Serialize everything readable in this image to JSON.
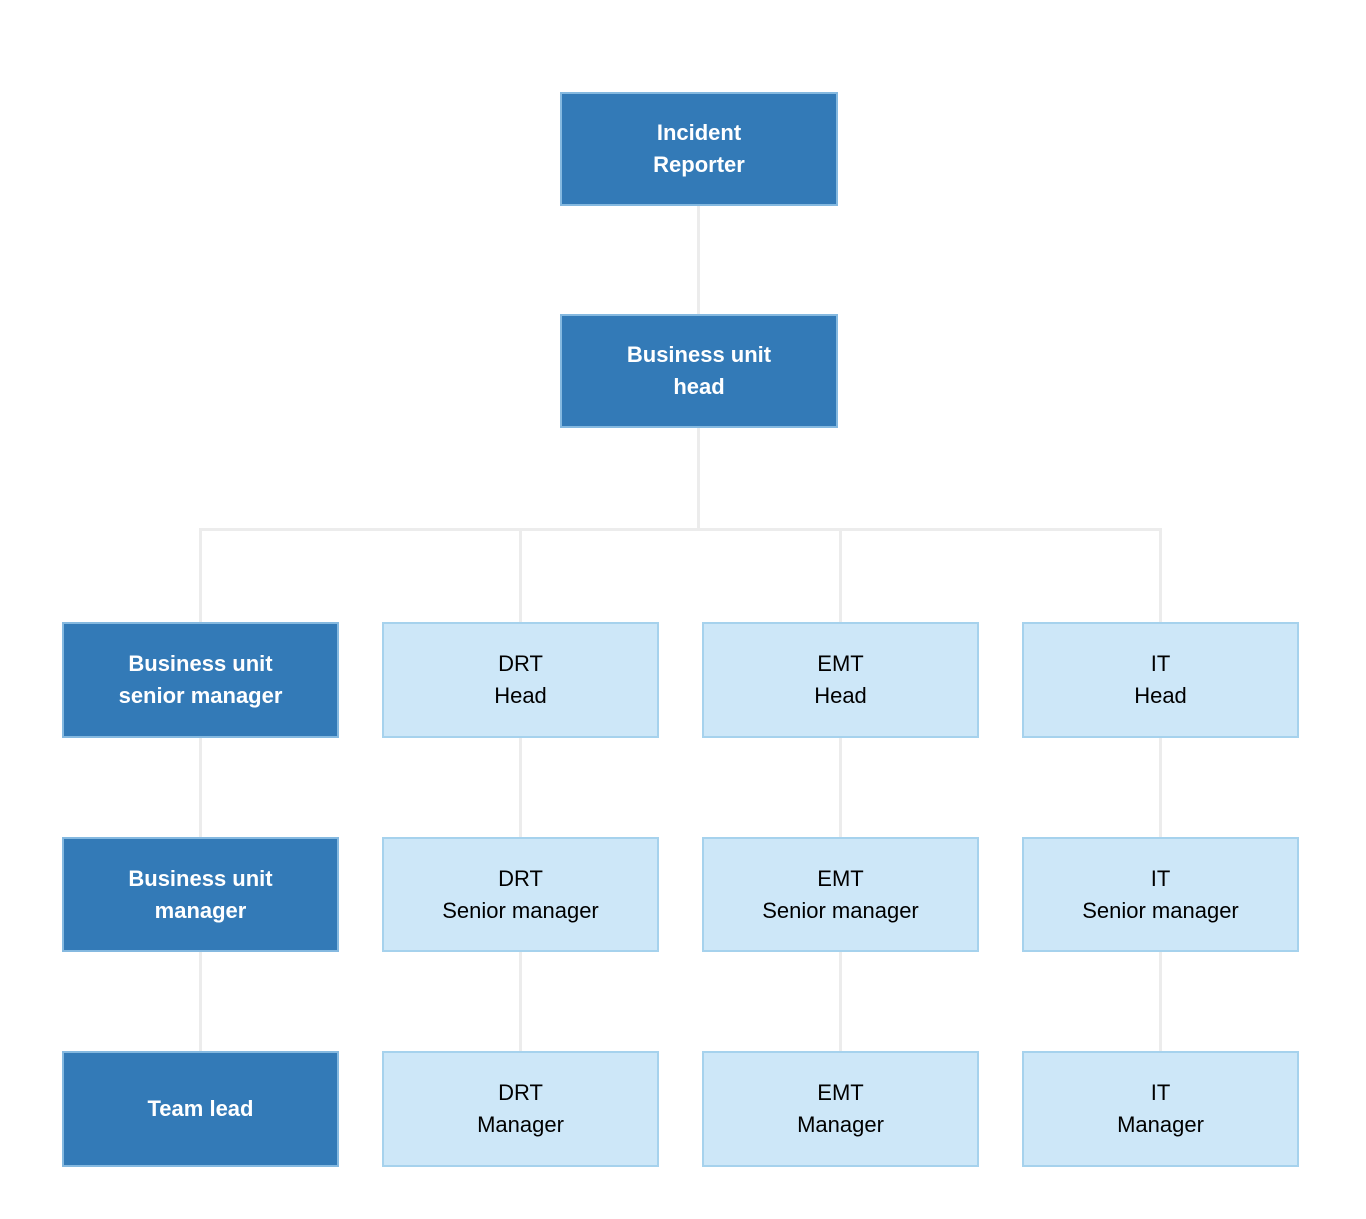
{
  "colors": {
    "background": "#ffffff",
    "primary_fill": "#337ab7",
    "primary_border": "#85b9e0",
    "primary_text": "#ffffff",
    "secondary_fill": "#cde7f8",
    "secondary_border": "#a6d2ed",
    "secondary_text": "#000000",
    "connector": "#ececec"
  },
  "diagram": {
    "type": "org-chart",
    "nodes": [
      {
        "id": "incident-reporter",
        "label": "Incident\nReporter",
        "style": "primary"
      },
      {
        "id": "business-unit-head",
        "label": "Business unit\nhead",
        "style": "primary"
      },
      {
        "id": "business-unit-senior-manager",
        "label": "Business unit\nsenior manager",
        "style": "primary"
      },
      {
        "id": "drt-head",
        "label": "DRT\nHead",
        "style": "secondary"
      },
      {
        "id": "emt-head",
        "label": "EMT\nHead",
        "style": "secondary"
      },
      {
        "id": "it-head",
        "label": "IT\nHead",
        "style": "secondary"
      },
      {
        "id": "business-unit-manager",
        "label": "Business unit\nmanager",
        "style": "primary"
      },
      {
        "id": "drt-senior-manager",
        "label": "DRT\nSenior manager",
        "style": "secondary"
      },
      {
        "id": "emt-senior-manager",
        "label": "EMT\nSenior manager",
        "style": "secondary"
      },
      {
        "id": "it-senior-manager",
        "label": "IT\nSenior manager",
        "style": "secondary"
      },
      {
        "id": "team-lead",
        "label": "Team lead",
        "style": "primary"
      },
      {
        "id": "drt-manager",
        "label": "DRT\nManager",
        "style": "secondary"
      },
      {
        "id": "emt-manager",
        "label": "EMT\nManager",
        "style": "secondary"
      },
      {
        "id": "it-manager",
        "label": "IT\nManager",
        "style": "secondary"
      }
    ],
    "edges": [
      {
        "from": "incident-reporter",
        "to": "business-unit-head"
      },
      {
        "from": "business-unit-head",
        "to": "business-unit-senior-manager"
      },
      {
        "from": "business-unit-head",
        "to": "drt-head"
      },
      {
        "from": "business-unit-head",
        "to": "emt-head"
      },
      {
        "from": "business-unit-head",
        "to": "it-head"
      },
      {
        "from": "business-unit-senior-manager",
        "to": "business-unit-manager"
      },
      {
        "from": "drt-head",
        "to": "drt-senior-manager"
      },
      {
        "from": "emt-head",
        "to": "emt-senior-manager"
      },
      {
        "from": "it-head",
        "to": "it-senior-manager"
      },
      {
        "from": "business-unit-manager",
        "to": "team-lead"
      },
      {
        "from": "drt-senior-manager",
        "to": "drt-manager"
      },
      {
        "from": "emt-senior-manager",
        "to": "emt-manager"
      },
      {
        "from": "it-senior-manager",
        "to": "it-manager"
      }
    ]
  }
}
